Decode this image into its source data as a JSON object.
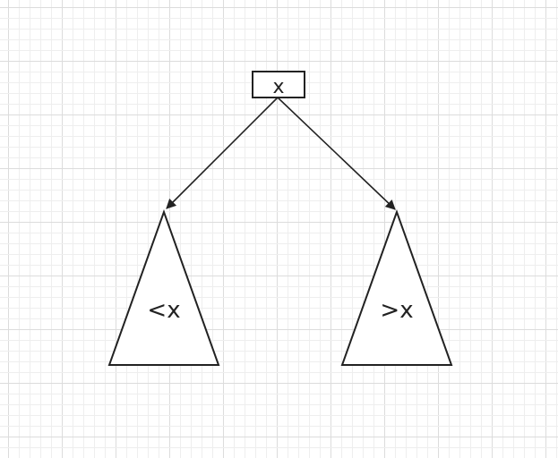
{
  "diagram": {
    "root": {
      "label": "x"
    },
    "left_subtree": {
      "label": "<x"
    },
    "right_subtree": {
      "label": ">x"
    }
  }
}
